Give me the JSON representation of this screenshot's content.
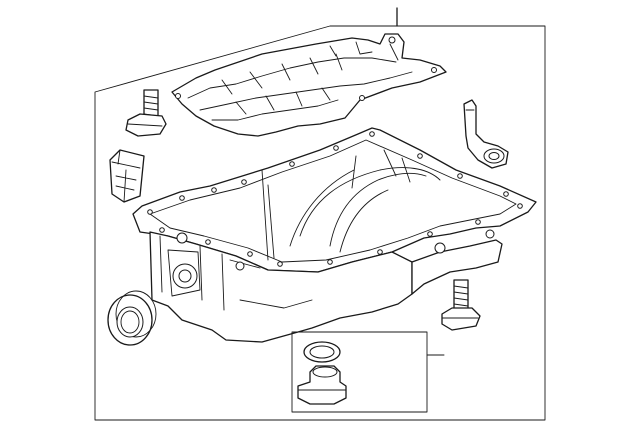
{
  "diagram": {
    "kind": "exploded parts illustration",
    "parts": [
      {
        "id": "windage-tray",
        "icon": "baffle-plate-icon"
      },
      {
        "id": "oil-pan",
        "icon": "oil-pan-icon"
      },
      {
        "id": "pan-bolt",
        "icon": "bolt-icon"
      },
      {
        "id": "drain-plug",
        "icon": "bolt-icon"
      },
      {
        "id": "pickup-tube",
        "icon": "tube-icon"
      },
      {
        "id": "oil-filter-adapter",
        "icon": "adapter-icon"
      },
      {
        "id": "front-seal",
        "icon": "seal-ring-icon"
      },
      {
        "id": "plug-and-gasket-kit",
        "icon": "plug-kit-icon"
      }
    ],
    "colors": {
      "line": "#1a1a1a",
      "background": "#ffffff"
    }
  }
}
